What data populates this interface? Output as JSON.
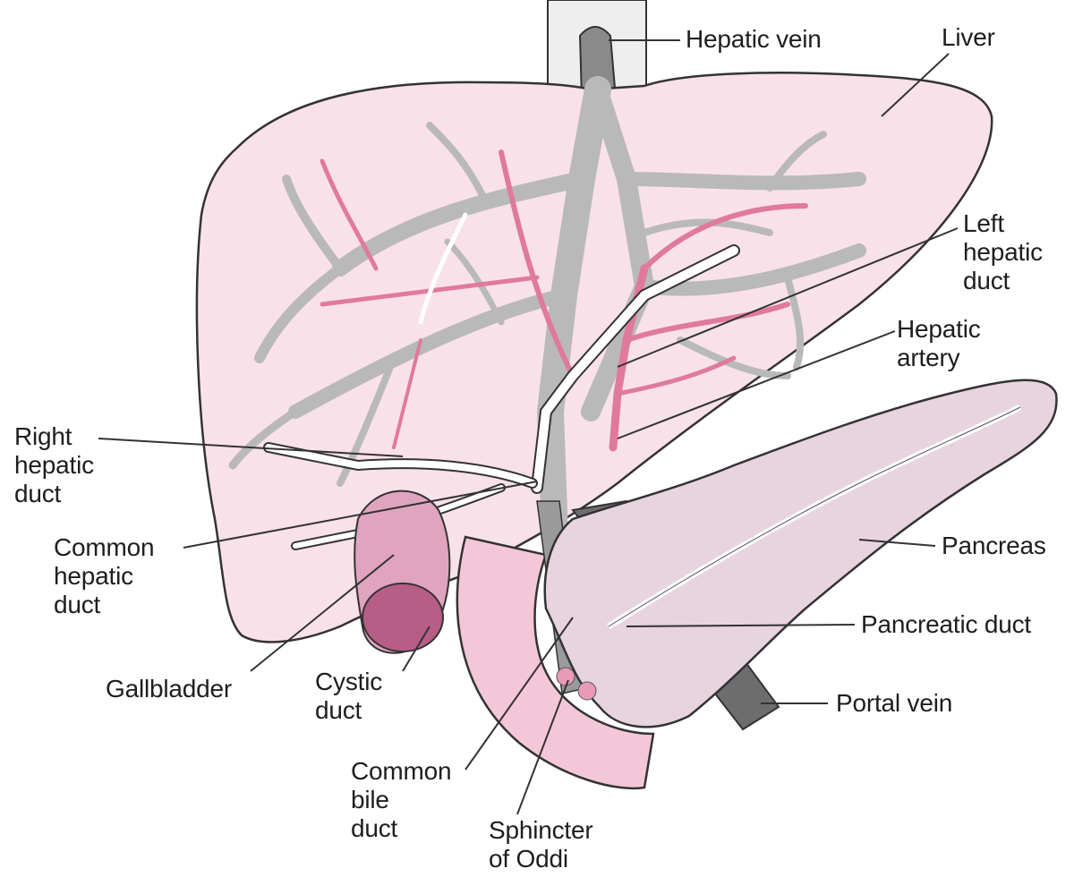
{
  "labels": {
    "hepatic_vein": "Hepatic vein",
    "liver": "Liver",
    "left_hepatic_duct": [
      "Left",
      "hepatic",
      "duct"
    ],
    "hepatic_artery": [
      "Hepatic",
      "artery"
    ],
    "right_hepatic_duct": [
      "Right",
      "hepatic",
      "duct"
    ],
    "common_hepatic_duct": [
      "Common",
      "hepatic",
      "duct"
    ],
    "pancreas": "Pancreas",
    "pancreatic_duct": "Pancreatic duct",
    "gallbladder": "Gallbladder",
    "cystic_duct": [
      "Cystic",
      "duct"
    ],
    "portal_vein": "Portal vein",
    "common_bile_duct": [
      "Common",
      "bile",
      "duct"
    ],
    "sphincter_of_oddi": [
      "Sphincter",
      "of Oddi"
    ]
  },
  "colors": {
    "liver_fill": "#f9e1ea",
    "vessel_gray": "#b9b9b9",
    "artery_pink": "#e07a9c",
    "bile_white": "#ffffff",
    "gallbladder_fill": "#e0a4bf",
    "gallbladder_dark": "#b85d86",
    "pancreas_fill": "#e8d4df",
    "duodenum_fill": "#f4c7d8",
    "outline": "#333333"
  }
}
